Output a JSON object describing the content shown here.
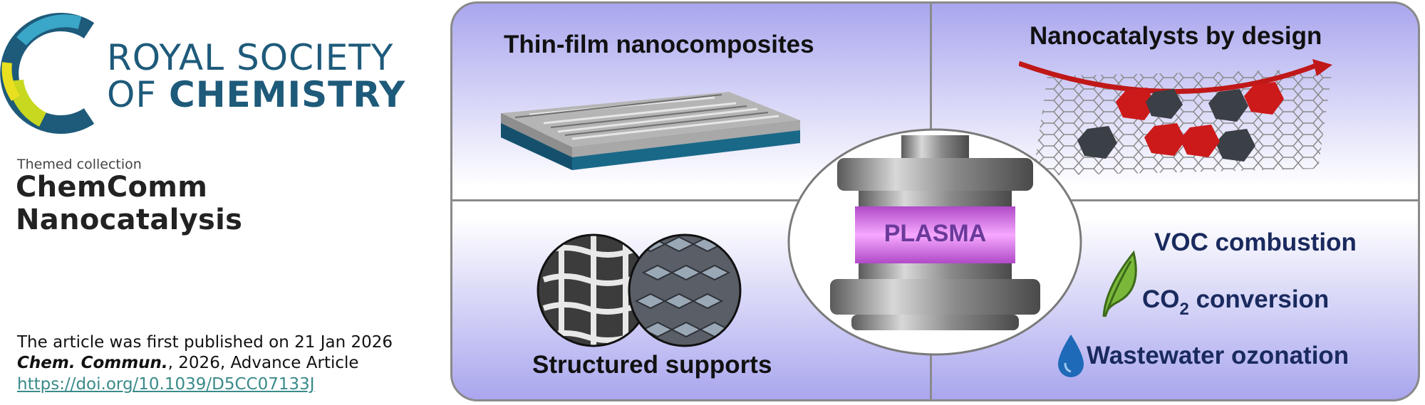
{
  "publisher": {
    "line1": "ROYAL SOCIETY",
    "line2_prefix": "OF ",
    "line2_bold": "CHEMISTRY"
  },
  "collection": {
    "label": "Themed collection",
    "name": "ChemComm Nanocatalysis"
  },
  "article": {
    "published": "The article was first published on 21 Jan 2026",
    "journal": "Chem. Commun.",
    "citation_rest": ", 2026, Advance Article",
    "doi": "https://doi.org/10.1039/D5CC07133J"
  },
  "graphic": {
    "top_left_title": "Thin-film nanocomposites",
    "top_right_title": "Nanocatalysts by design",
    "bottom_left_title": "Structured supports",
    "center_label": "PLASMA",
    "applications": {
      "voc": "VOC combustion",
      "co2_prefix": "CO",
      "co2_sub": "2",
      "co2_suffix": " conversion",
      "water": "Wastewater ozonation"
    }
  },
  "colors": {
    "rsc_blue": "#1e5a7a",
    "panel_lavender": "#a9a6ee",
    "application_text": "#1a2a5e",
    "doi_link": "#3a8a8a",
    "plasma_glow": "#e078f0"
  }
}
